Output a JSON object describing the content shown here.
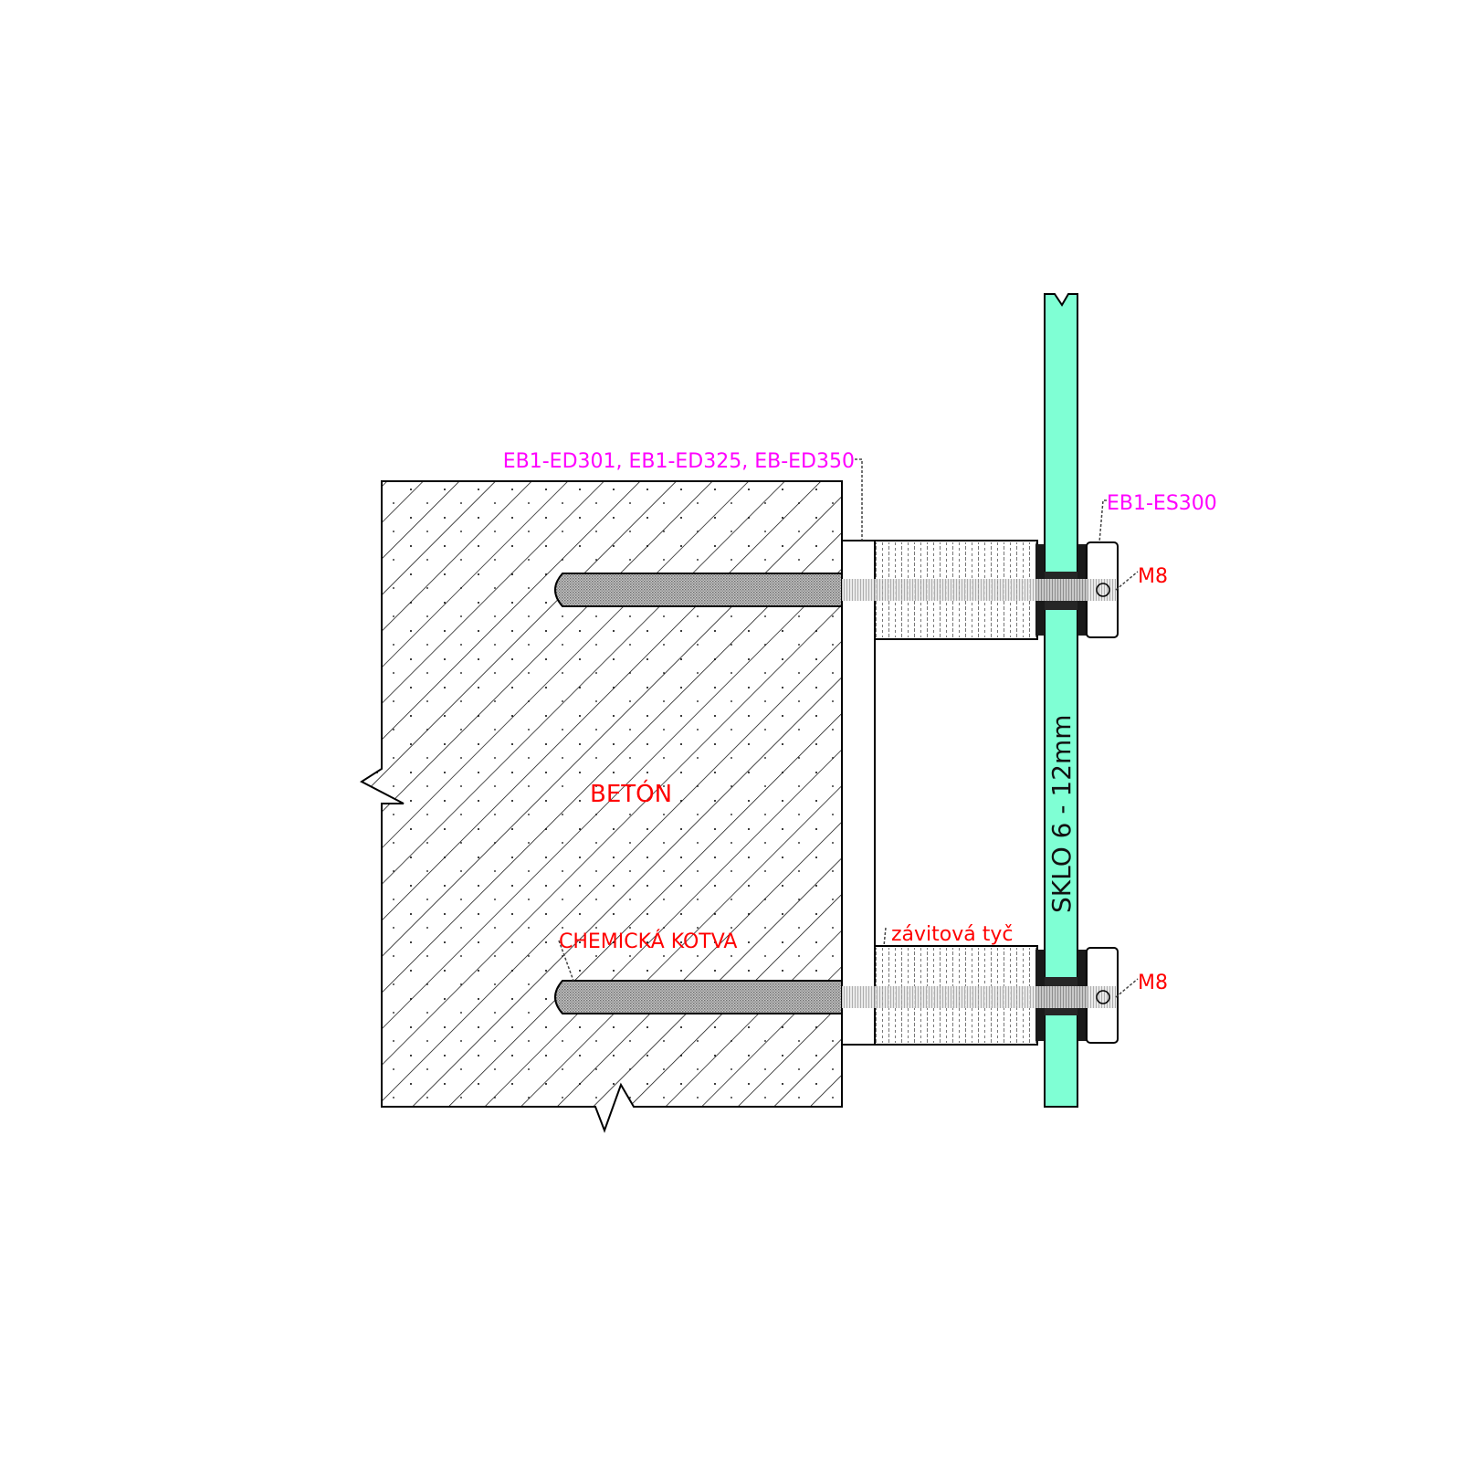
{
  "labels": {
    "part_codes": "EB1-ED301, EB1-ED325, EB-ED350",
    "es300": "EB1-ES300",
    "m8_top": "M8",
    "m8_bottom": "M8",
    "concrete": "BETÓN",
    "chemical_anchor": "CHEMICKÁ KOTVA",
    "threaded_rod": "závitová tyč",
    "glass": "SKLO  6 - 12mm"
  },
  "colors": {
    "glass": "#7fffd4",
    "label_part": "#ff00ff",
    "label_note": "#ff0000",
    "line": "#000000",
    "rod": "#9a9a9a",
    "gasket": "#1a1a1a"
  }
}
